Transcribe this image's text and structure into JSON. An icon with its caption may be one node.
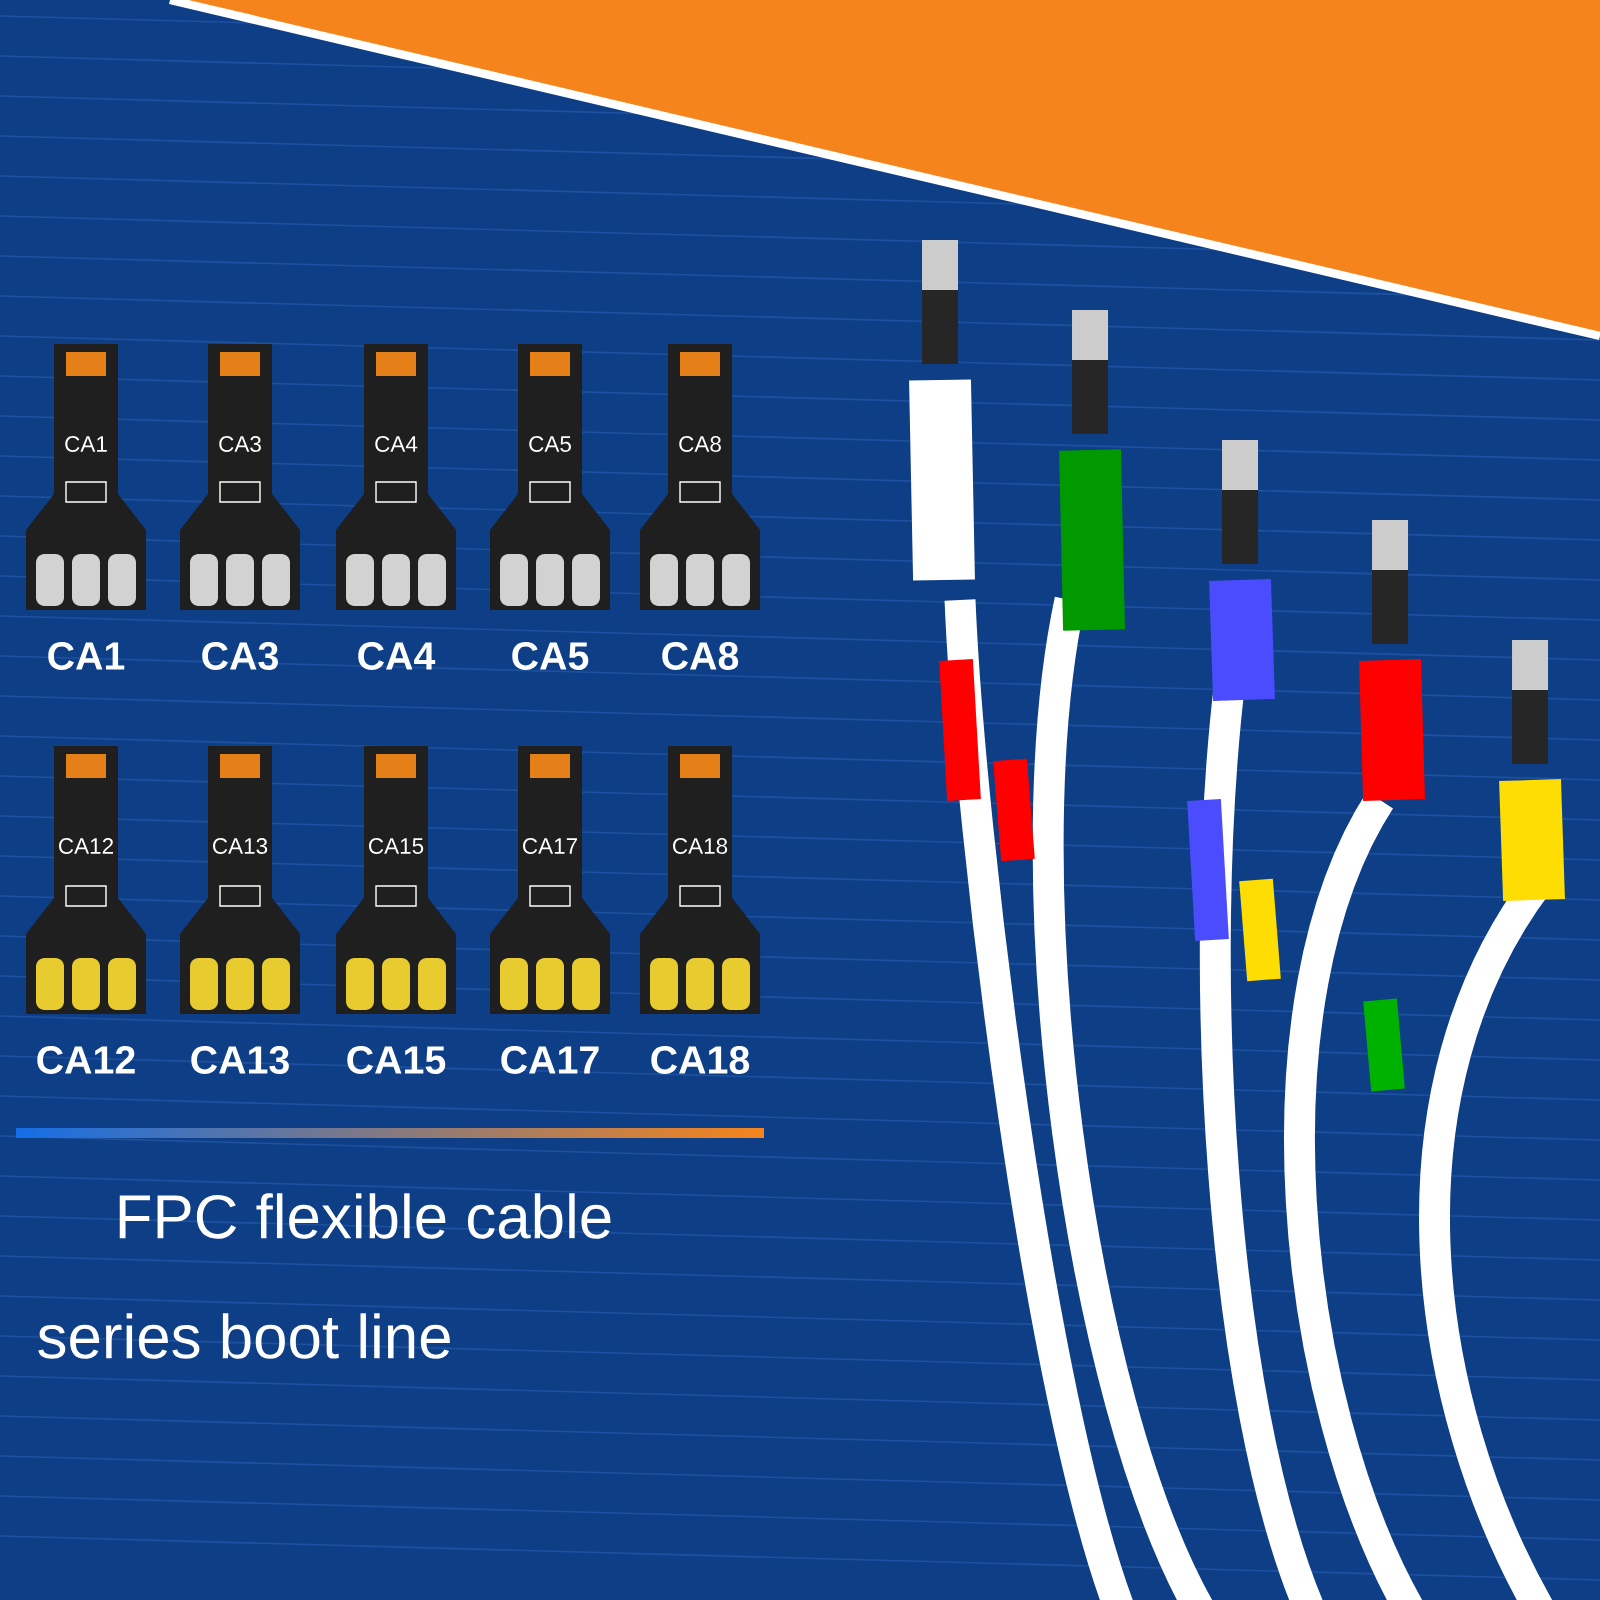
{
  "diagram": {
    "labels": [
      "CA1",
      "CA3",
      "CA4",
      "CA5",
      "CA8",
      "CA1",
      "CA3",
      "CA4",
      "CA5",
      "CA8",
      "CA12",
      "CA13",
      "CA15",
      "CA17",
      "CA18",
      "CA12",
      "CA13",
      "CA15",
      "CA17",
      "CA18",
      "FPC flexible cable",
      "series boot line"
    ]
  }
}
